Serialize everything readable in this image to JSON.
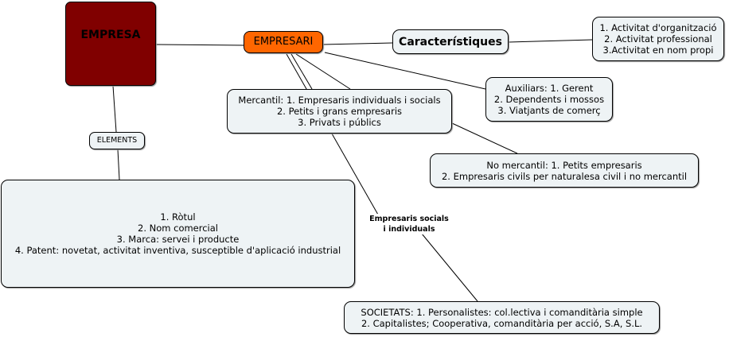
{
  "nodes": {
    "empresa": "EMPRESA",
    "empresari": "EMPRESARI",
    "caracteristiques": "Característiques",
    "activitats": [
      "1. Activitat d'organització",
      "2. Activitat professional",
      "3.Activitat en nom propi"
    ],
    "auxiliars": [
      "Auxiliars: 1. Gerent",
      "2. Dependents i mossos",
      "3. Viatjants de comerç"
    ],
    "mercantil": [
      "Mercantil: 1. Empresaris individuals i socials",
      "2. Petits i grans empresaris",
      "3. Privats i públics"
    ],
    "no_mercantil": [
      "No mercantil: 1. Petits empresaris",
      "2. Empresaris civils per naturalesa civil i no mercantil"
    ],
    "elements": "ELEMENTS",
    "elements_list": [
      "1. Ròtul",
      "2. Nom comercial",
      "3. Marca: servei i producte",
      "4. Patent: novetat, activitat inventiva, susceptible d'aplicació industrial"
    ],
    "societats": [
      "SOCIETATS: 1. Personalistes: col.lectiva i comanditària simple",
      "2. Capitalistes; Cooperativa, comanditària per acció, S.A, S.L."
    ]
  },
  "link_labels": {
    "socials_individuals": [
      "Empresaris socials",
      "i individuals"
    ]
  },
  "colors": {
    "empresa_fill": "#800000",
    "empresari_fill": "#ff6600",
    "node_fill": "#eef3f5"
  }
}
